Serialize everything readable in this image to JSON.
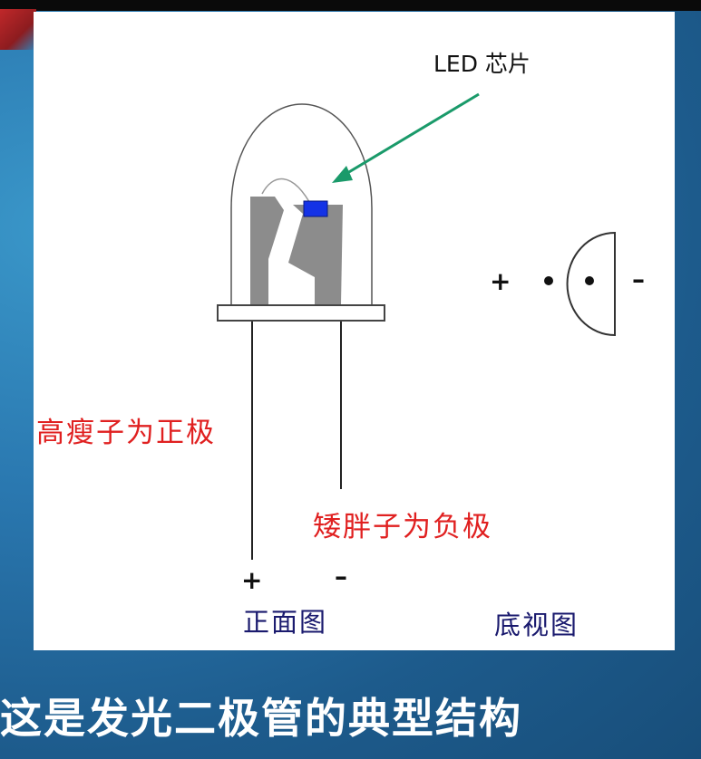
{
  "labels": {
    "chip": "LED 芯片",
    "anode_note": "高瘦子为正极",
    "cathode_note": "矮胖子为负极",
    "front_plus": "+",
    "front_minus": "–",
    "front_view": "正面图",
    "bottom_plus": "+",
    "bottom_minus": "–",
    "bottom_view": "底视图"
  },
  "caption": "这是发光二极管的典型结构",
  "colors": {
    "arrow": "#1a9a6a",
    "chip": "#1432e6",
    "red_text": "#e02020",
    "blue_text": "#1a1a6e",
    "frame_gray": "#8c8c8c"
  }
}
